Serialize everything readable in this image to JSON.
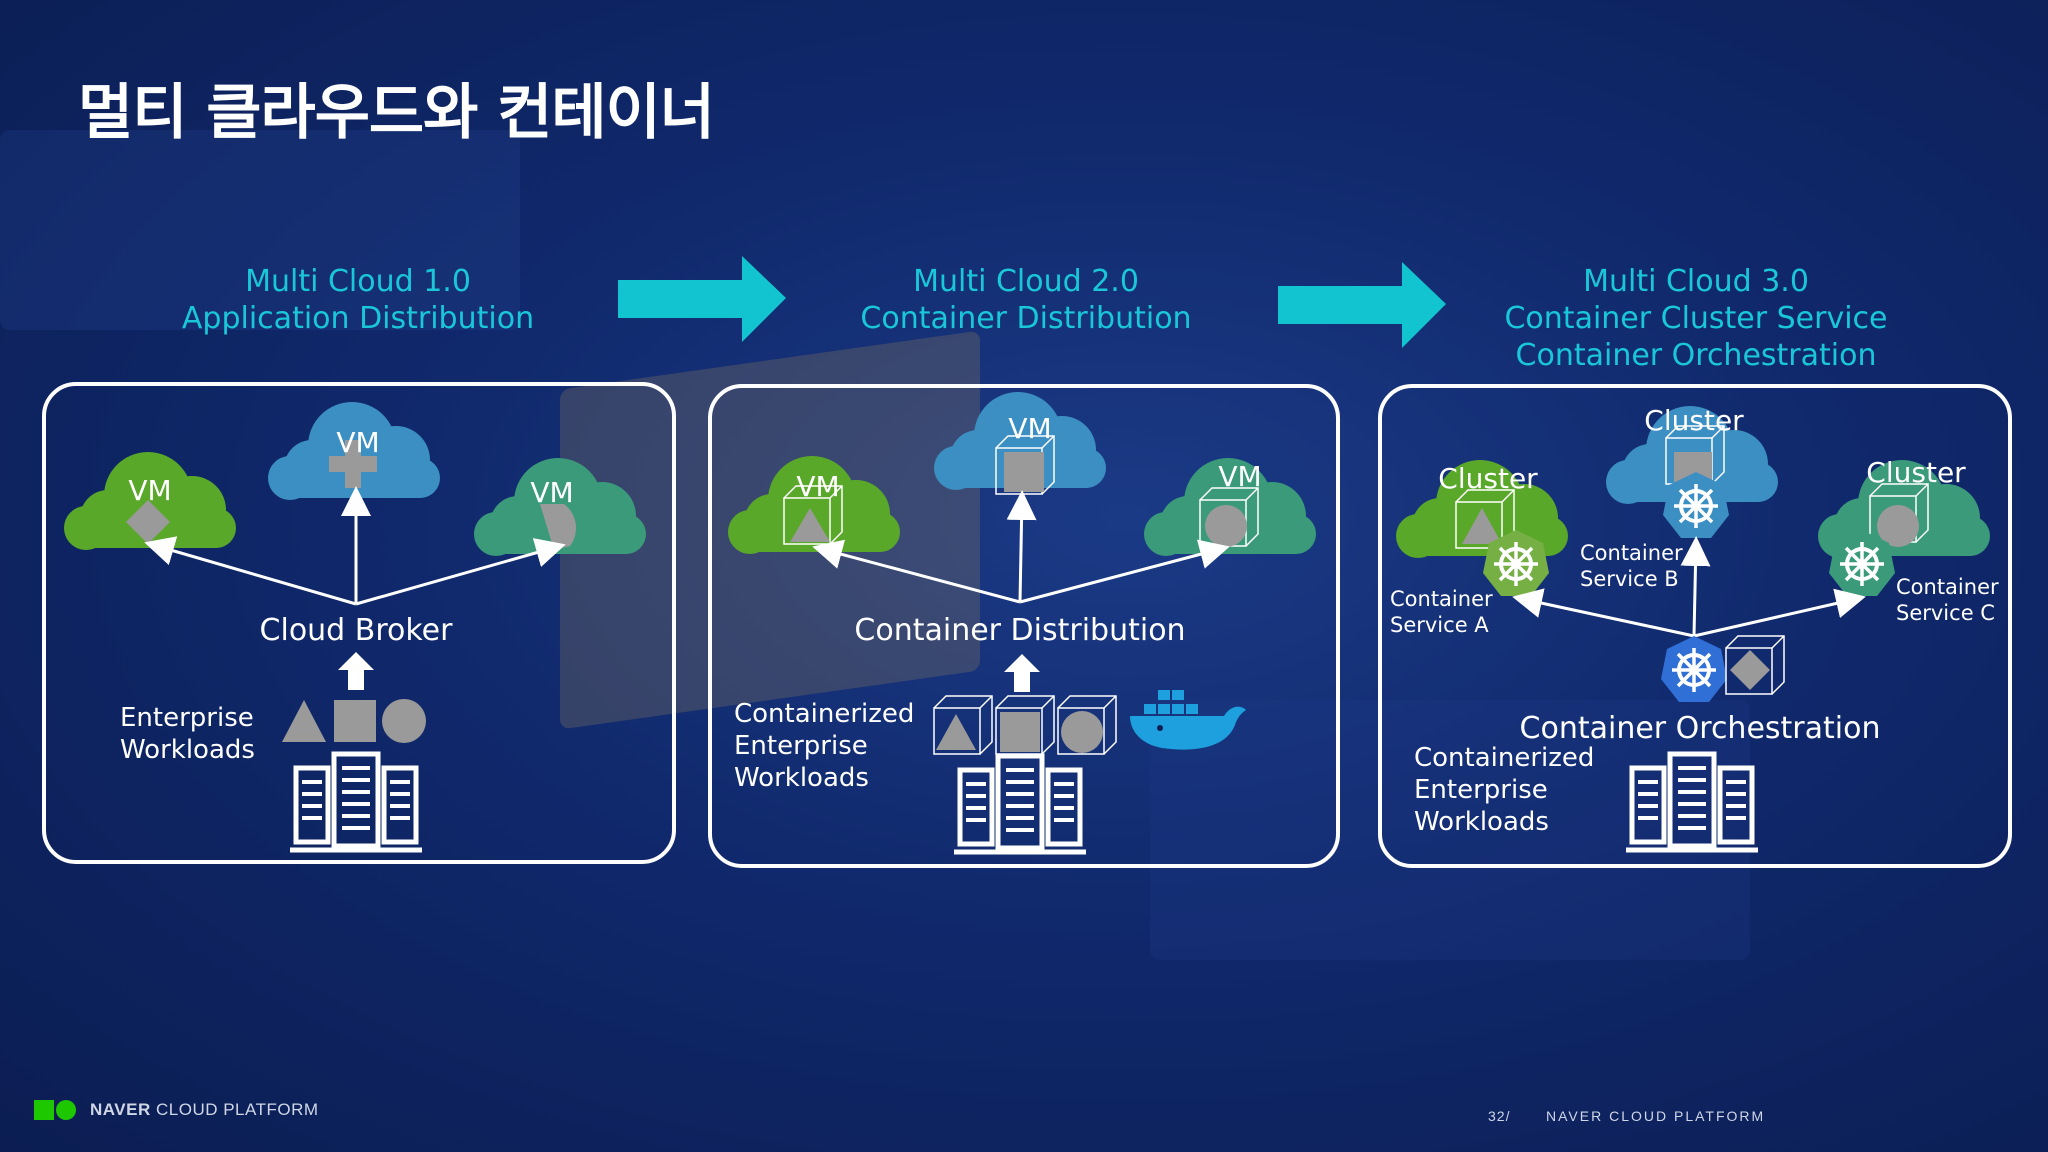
{
  "slide": {
    "title": "멀티 클라우드와 컨테이너",
    "page_number": "32/",
    "footer_right": "NAVER CLOUD PLATFORM",
    "logo_word_bold": "NAVER",
    "logo_word_regular": "CLOUD PLATFORM"
  },
  "colors": {
    "heading": "#19c7d9",
    "arrow": "#12c4cf",
    "green_cloud": "#5aa829",
    "blue_cloud": "#3c8fc2",
    "teal_cloud": "#3a9a7a",
    "server_icon": "#ffffff",
    "shape_grey": "#9a9a9a"
  },
  "stages": [
    {
      "heading": [
        "Multi Cloud 1.0",
        "Application Distribution"
      ],
      "clouds": [
        {
          "label": "VM",
          "shape": "diamond",
          "color": "green"
        },
        {
          "label": "VM",
          "shape": "cross",
          "color": "blue"
        },
        {
          "label": "VM",
          "shape": "quarter-circle",
          "color": "teal"
        }
      ],
      "hub_label": "Cloud Broker",
      "workloads_label": [
        "Enterprise",
        "Workloads"
      ],
      "icons": [
        "triangle-icon",
        "square-icon",
        "circle-icon",
        "server-rack-icon"
      ]
    },
    {
      "heading": [
        "Multi Cloud 2.0",
        "Container Distribution"
      ],
      "clouds": [
        {
          "label": "VM",
          "shape": "triangle",
          "color": "green"
        },
        {
          "label": "VM",
          "shape": "square",
          "color": "blue"
        },
        {
          "label": "VM",
          "shape": "circle",
          "color": "teal"
        }
      ],
      "hub_label": "Container Distribution",
      "workloads_label": [
        "Containerized",
        "Enterprise",
        "Workloads"
      ],
      "icons": [
        "container-triangle-icon",
        "container-square-icon",
        "container-circle-icon",
        "docker-whale-icon",
        "server-rack-icon"
      ]
    },
    {
      "heading": [
        "Multi Cloud 3.0",
        "Container Cluster Service",
        "Container Orchestration"
      ],
      "clouds": [
        {
          "label": "Cluster",
          "shape": "triangle",
          "color": "green",
          "service": [
            "Container",
            "Service A"
          ]
        },
        {
          "label": "Cluster",
          "shape": "square",
          "color": "blue",
          "service": [
            "Container",
            "Service B"
          ]
        },
        {
          "label": "Cluster",
          "shape": "circle",
          "color": "teal",
          "service": [
            "Container",
            "Service C"
          ]
        }
      ],
      "hub_label": "Container Orchestration",
      "workloads_label": [
        "Containerized",
        "Enterprise",
        "Workloads"
      ],
      "icons": [
        "kubernetes-icon",
        "container-diamond-icon",
        "server-rack-icon"
      ]
    }
  ]
}
